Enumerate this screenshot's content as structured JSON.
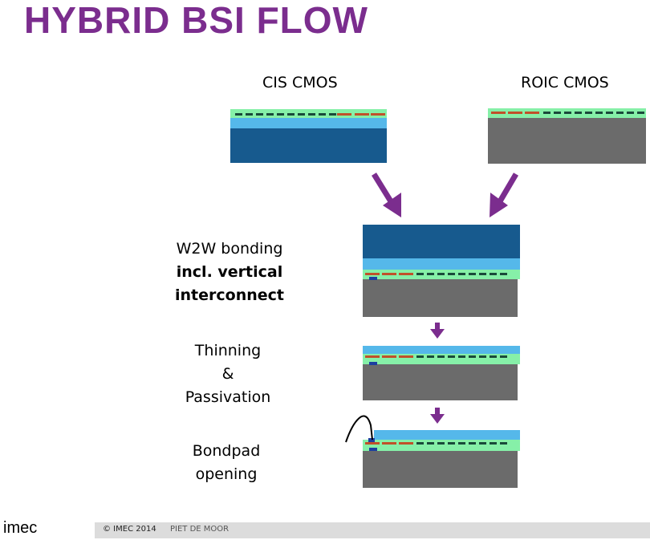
{
  "title": "HYBRID BSI FLOW",
  "headers": {
    "cis": "CIS CMOS",
    "roic": "ROIC CMOS"
  },
  "steps": {
    "bonding": {
      "line1": "W2W bonding",
      "line2": "incl. vertical",
      "line3": "interconnect"
    },
    "thinning": {
      "line1": "Thinning",
      "line2": "&",
      "line3": "Passivation"
    },
    "bondpad": {
      "line1": "Bondpad",
      "line2": "opening"
    }
  },
  "footer": {
    "copyright": "© IMEC 2014",
    "author": "PIET DE MOOR"
  },
  "logo": "imec",
  "colors": {
    "title": "#7b2d8e",
    "arrow": "#7b2d8e",
    "si_dark_blue": "#175a8e",
    "light_blue": "#55b8ea",
    "green": "#86f0a8",
    "gray": "#6b6b6b",
    "metal_orange": "#c0512a",
    "metal_dark": "#1a4a3a",
    "via_blue": "#1c3fa0"
  }
}
